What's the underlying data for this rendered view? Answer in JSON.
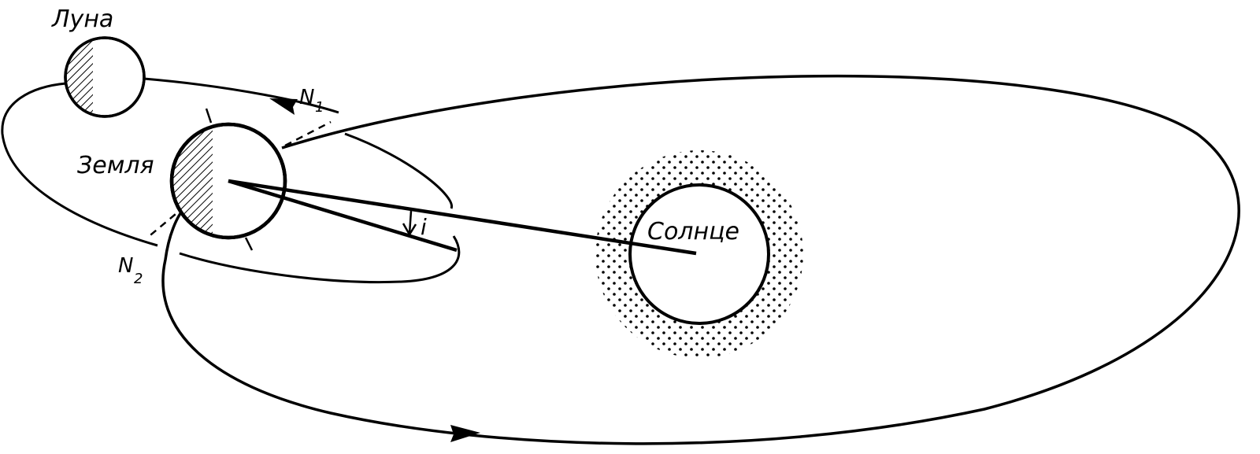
{
  "labels": {
    "moon": "Луна",
    "earth": "Земля",
    "sun": "Солнце",
    "node1_letter": "N",
    "node1_sub": "1",
    "node2_letter": "N",
    "node2_sub": "2",
    "angle": "i"
  },
  "colors": {
    "ink": "#000000",
    "background": "#ffffff"
  }
}
